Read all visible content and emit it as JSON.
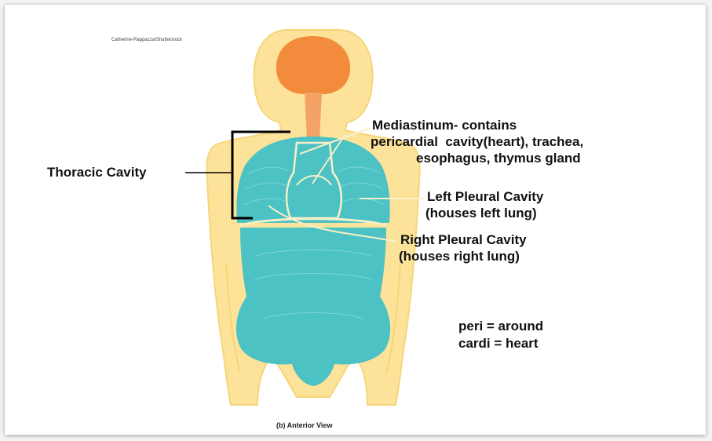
{
  "credit": "Catherine-Rappazza/Shutterstock",
  "caption": "(b) Anterior View",
  "labels": {
    "thoracic": "Thoracic Cavity",
    "mediastinum_1": "Mediastinum- contains",
    "mediastinum_2": "pericardial  cavity(heart), trachea,",
    "mediastinum_3": "esophagus, thymus gland",
    "left_pleural_1": "Left Pleural Cavity",
    "left_pleural_2": "(houses left lung)",
    "right_pleural_1": "Right Pleural Cavity",
    "right_pleural_2": "(houses right lung)"
  },
  "notes": {
    "peri": "peri = around",
    "cardi": "cardi = heart"
  },
  "colors": {
    "body": "#fde39a",
    "body_outline": "#f6d57a",
    "brain": "#f28b3c",
    "spinal_cord": "#f4a266",
    "cavity": "#4cc2c4",
    "divider": "#f7f0c8"
  }
}
